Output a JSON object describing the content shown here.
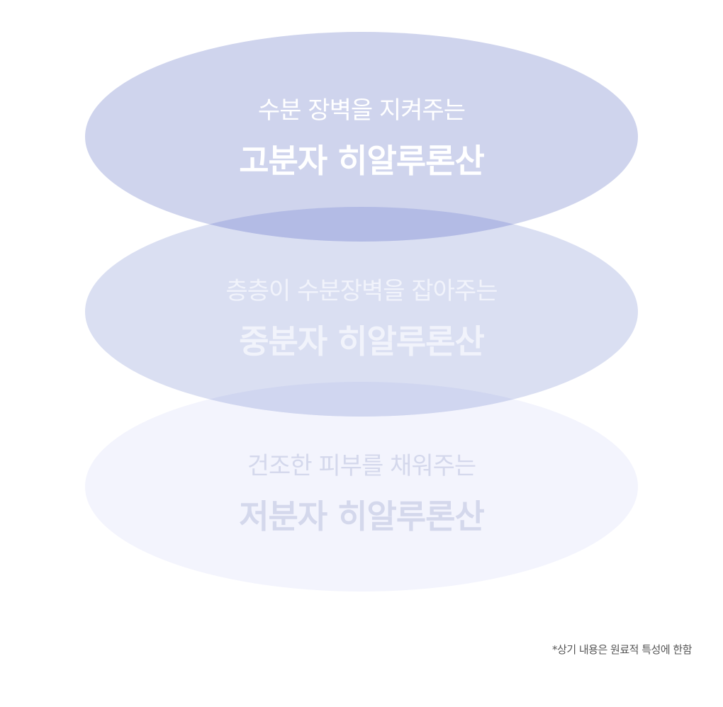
{
  "layers": [
    {
      "subtitle": "수분 장벽을 지켜주는",
      "title": "고분자 히알루론산",
      "color": "#cfd4ed"
    },
    {
      "subtitle": "층층이 수분장벽을 잡아주는",
      "title": "중분자 히알루론산",
      "color": "#dadff2"
    },
    {
      "subtitle": "건조한 피부를 채워주는",
      "title": "저분자 히알루론산",
      "color": "#f3f4fd"
    }
  ],
  "overlap_colors": [
    "#b3bbe5",
    "#d0d6f0"
  ],
  "footnote": "*상기 내용은 원료적 특성에 한함"
}
